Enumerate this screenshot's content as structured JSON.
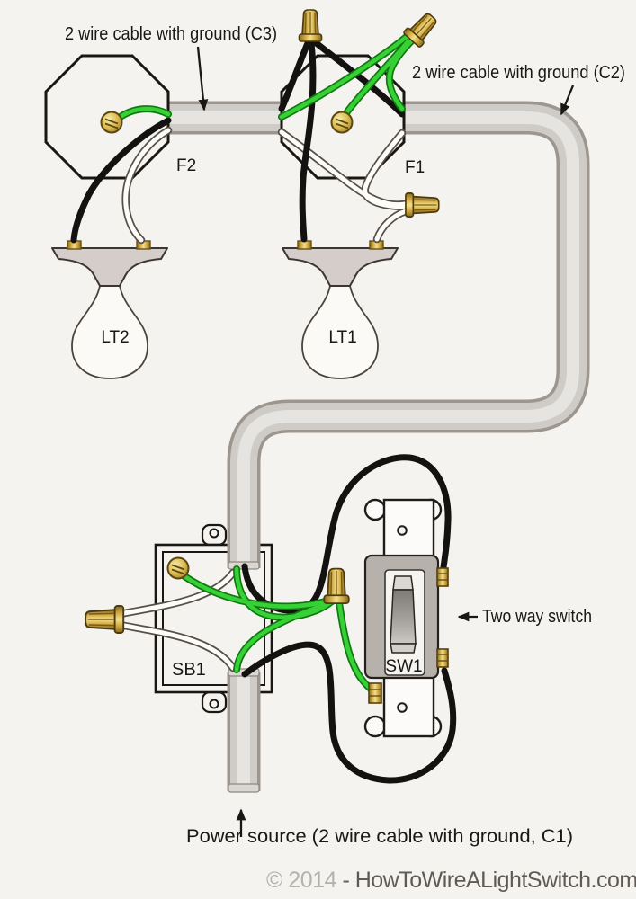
{
  "diagram": {
    "labels": {
      "c3": "2 wire cable with ground (C3)",
      "c2": "2 wire cable with ground (C2)",
      "f2": "F2",
      "f1": "F1",
      "lt2": "LT2",
      "lt1": "LT1",
      "sb1": "SB1",
      "sw1": "SW1",
      "two_way_switch": "Two way switch",
      "power_source": "Power source (2 wire cable with ground, C1)"
    },
    "copyright": {
      "year": "© 2014 ",
      "site": "- HowToWireALightSwitch.com"
    },
    "colors": {
      "background": "#f5f3ef",
      "hot_wire": "#141210",
      "neutral_wire": "#fdfcf9",
      "ground_wire": "#37d037",
      "cable_sheath": "#cfccc7",
      "brass": "#d4ae45",
      "copyright_light": "#b5b1ad",
      "copyright_dark": "#5f5a55"
    },
    "components": {
      "fixture_boxes": [
        "F2",
        "F1"
      ],
      "lights": [
        "LT2",
        "LT1"
      ],
      "switch_box": "SB1",
      "switch": "SW1",
      "cables": [
        "C1",
        "C2",
        "C3"
      ]
    }
  }
}
